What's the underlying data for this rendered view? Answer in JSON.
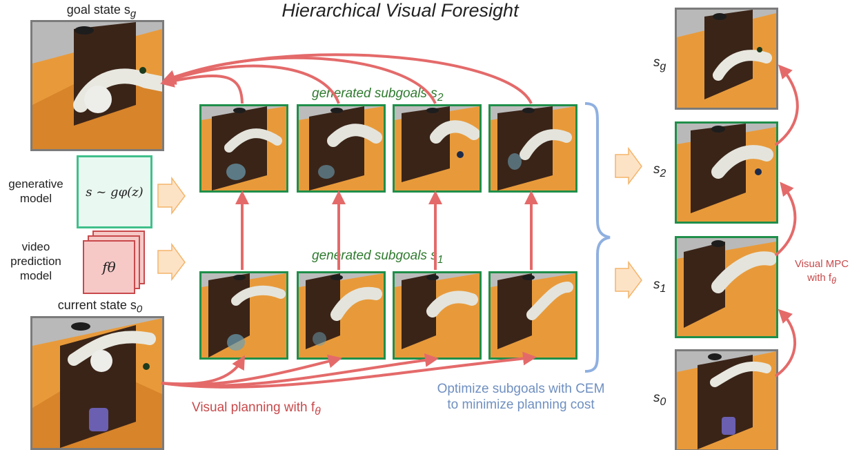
{
  "title": "Hierarchical Visual Foresight",
  "left": {
    "goal_label": "goal state s",
    "goal_sub": "g",
    "generative_model_label_1": "generative",
    "generative_model_label_2": "model",
    "generative_formula": "s ~ gφ(z)",
    "video_label_1": "video",
    "video_label_2": "prediction",
    "video_label_3": "model",
    "video_formula": "fθ",
    "current_label": "current state s",
    "current_sub": "0"
  },
  "middle": {
    "subgoals_top_label": "generated subgoals s",
    "subgoals_top_sub": "2",
    "subgoals_bottom_label": "generated subgoals s",
    "subgoals_bottom_sub": "1",
    "planning_label": "Visual planning with f",
    "planning_sub": "θ",
    "optimize_line1": "Optimize subgoals with CEM",
    "optimize_line2": "to minimize planning cost"
  },
  "right": {
    "states": [
      {
        "main": "s",
        "sub": "g"
      },
      {
        "main": "s",
        "sub": "2"
      },
      {
        "main": "s",
        "sub": "1"
      },
      {
        "main": "s",
        "sub": "0"
      }
    ],
    "mpc_line1": "Visual MPC",
    "mpc_line2": "with f",
    "mpc_sub": "θ"
  },
  "colors": {
    "arrow_red": "#e46a6a",
    "frame_green": "#1f8f4a",
    "frame_gray": "#7b7b7b",
    "brace_blue": "#8fb0e0",
    "chevron_fill": "#fde3c6",
    "chevron_stroke": "#f4b46a"
  }
}
